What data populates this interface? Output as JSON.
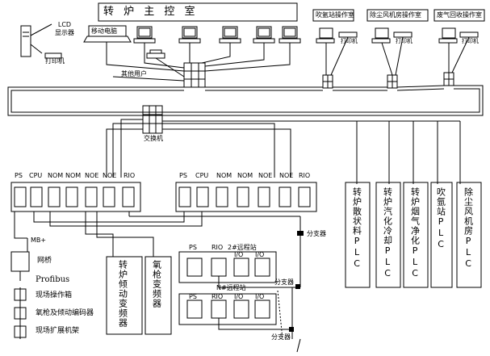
{
  "control_room": {
    "title": "转  炉  主  控  室",
    "lcd_label": "LCD\n显示器",
    "printer_label": "打印机",
    "laptop_label": "移动电脑",
    "other_users": "其他用户"
  },
  "operator_rooms": [
    {
      "title": "吹氩站操作室",
      "printer": "打印机"
    },
    {
      "title": "除尘风机房操作室",
      "printer": "打印机"
    },
    {
      "title": "废气回收操作室",
      "printer": "打印机"
    }
  ],
  "switch_label": "交换机",
  "rack_modules": [
    "PS",
    "CPU",
    "NOM",
    "NOM",
    "NOE",
    "NOE",
    "RIO"
  ],
  "remote_stations": [
    {
      "title": "2#远程站",
      "modules": [
        "PS",
        "RIO",
        "I/O",
        "I/O"
      ]
    },
    {
      "title": "N#远程站",
      "modules": [
        "PS",
        "RIO",
        "I/O",
        "I/O"
      ]
    }
  ],
  "splitters": [
    "分支器",
    "分支器",
    "分支器"
  ],
  "left_chain": {
    "mb_label": "MB+",
    "bridge": "网桥",
    "profibus": "Profibus",
    "items": [
      "现场操作箱",
      "氧枪及倾动编码器",
      "现场扩展机架"
    ]
  },
  "inverters": [
    "转炉倾动变频器",
    "氧枪变频器"
  ],
  "plcs": [
    "转炉散状料PLC",
    "转炉汽化冷却PLC",
    "转炉烟气净化PLC",
    "吹氩站PLC",
    "除尘风机房PLC"
  ]
}
